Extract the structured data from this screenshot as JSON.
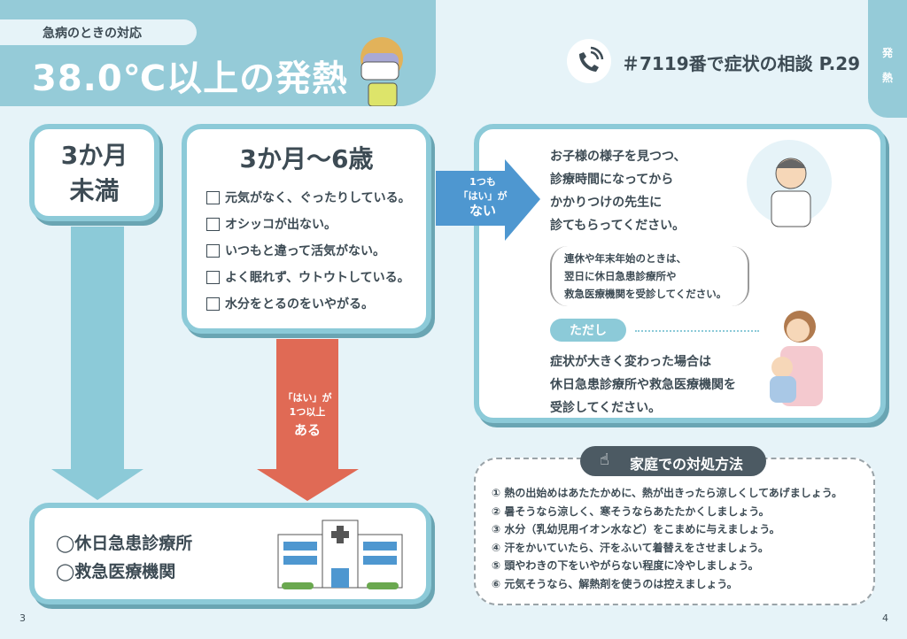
{
  "header": {
    "category": "急病のときの対応",
    "title": "38.0℃以上の発熱"
  },
  "side_tab": {
    "line1": "発",
    "line2": "熱"
  },
  "hotline": {
    "text": "＃7119番で症状の相談 P.29",
    "icon": "phone-icon"
  },
  "under3": {
    "line1": "3か月",
    "line2": "未満"
  },
  "age3to6": {
    "title": "3か月〜6歳",
    "checks": [
      "元気がなく、ぐったりしている。",
      "オシッコが出ない。",
      "いつもと違って活気がない。",
      "よく眠れず、ウトウトしている。",
      "水分をとるのをいやがる。"
    ]
  },
  "arrow_none": {
    "line1": "1つも",
    "line2": "「はい」が",
    "line3": "ない"
  },
  "arrow_some": {
    "line1": "「はい」が",
    "line2": "1つ以上",
    "line3": "ある"
  },
  "advice": {
    "lines": [
      "お子様の様子を見つつ、",
      "診療時間になってから",
      "かかりつけの先生に",
      "診てもらってください。"
    ],
    "note": [
      "連休や年末年始のときは、",
      "翌日に休日急患診療所や",
      "救急医療機関を受診してください。"
    ],
    "tadashi": "ただし",
    "warning": [
      "症状が大きく変わった場合は",
      "休日急患診療所や救急医療機関を",
      "受診してください。"
    ]
  },
  "facilities": [
    "◯休日急患診療所",
    "◯救急医療機関"
  ],
  "home_care": {
    "title": "家庭での対処方法",
    "items": [
      "① 熱の出始めはあたたかめに、熱が出きったら涼しくしてあげましょう。",
      "② 暑そうなら涼しく、寒そうならあたたかくしましょう。",
      "③ 水分（乳幼児用イオン水など）をこまめに与えましょう。",
      "④ 汗をかいていたら、汗をふいて着替えをさせましょう。",
      "⑤ 頭やわきの下をいやがらない程度に冷やしましょう。",
      "⑥ 元気そうなら、解熱剤を使うのは控えましょう。"
    ]
  },
  "pages": {
    "left": "3",
    "right": "4"
  }
}
